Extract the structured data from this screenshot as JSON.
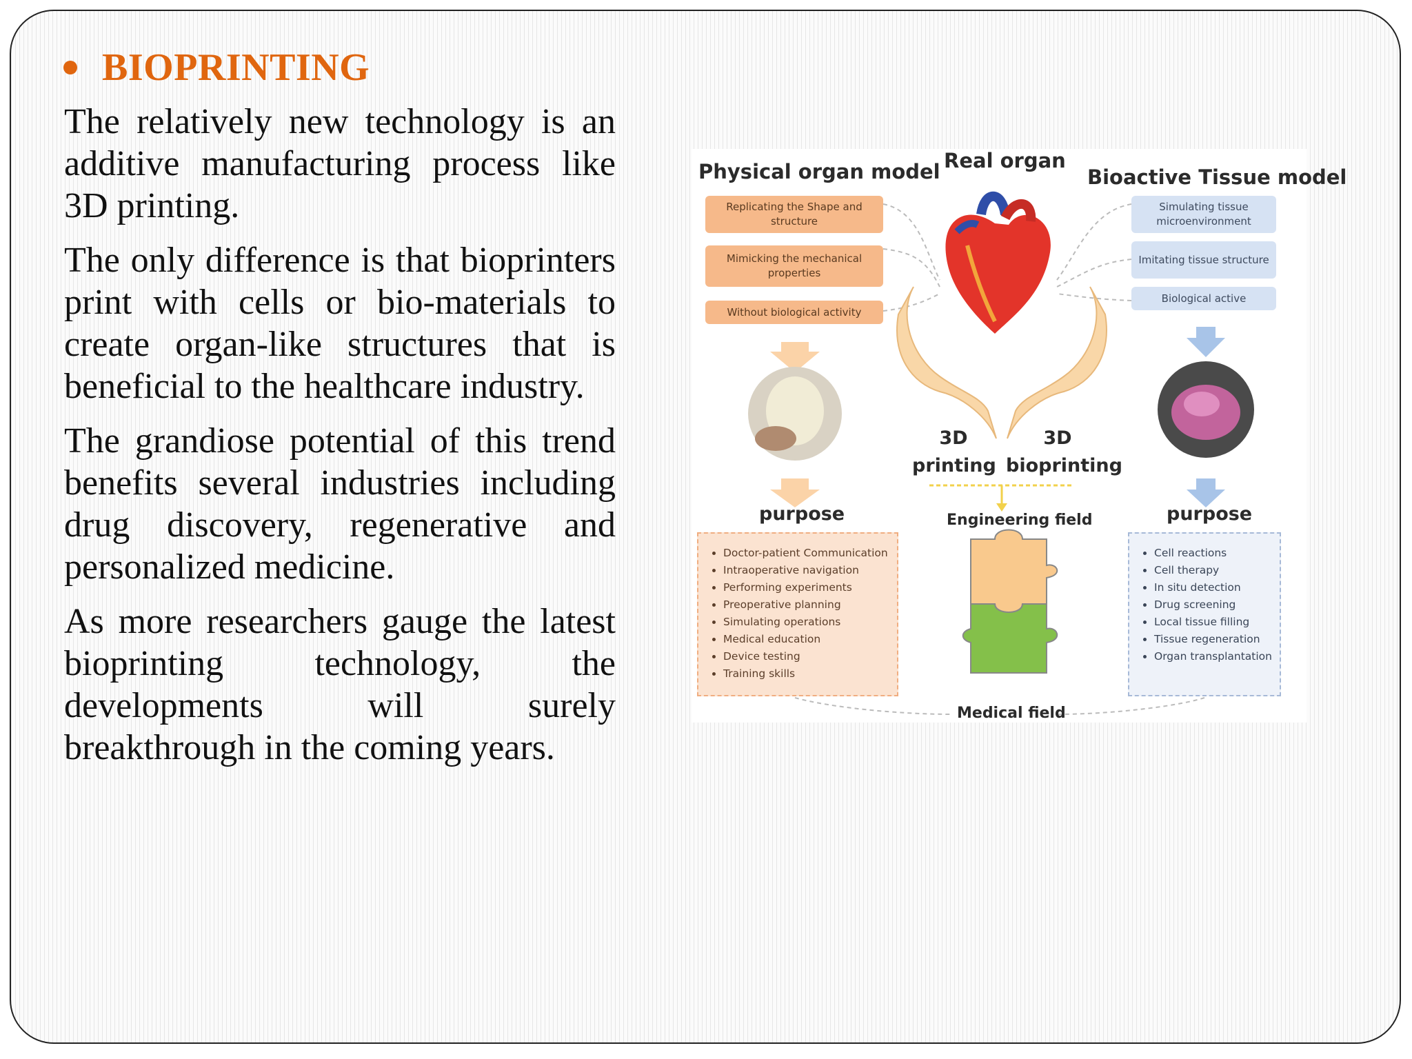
{
  "slide": {
    "title": "BIOPRINTING",
    "paragraphs": [
      "The relatively new technology is an additive manufacturing process like 3D printing.",
      "The only difference is that bioprinters print with cells or bio-materials to create organ-like structures that is beneficial to the healthcare industry.",
      "The grandiose potential of this trend benefits several industries including drug discovery, regenerative and personalized medicine.",
      "As more researchers gauge the latest bioprinting technology, the developments will surely breakthrough in the coming years."
    ]
  },
  "figure": {
    "left_title": "Physical organ model",
    "center_title": "Real organ",
    "right_title": "Bioactive Tissue model",
    "left_boxes": [
      "Replicating the Shape and structure",
      "Mimicking the mechanical properties",
      "Without biological activity"
    ],
    "right_boxes": [
      "Simulating tissue microenvironment",
      "Imitating tissue structure",
      "Biological active"
    ],
    "label_3d_printing": "3D printing",
    "label_3d_bioprinting": "3D bioprinting",
    "left_purpose": "purpose",
    "right_purpose": "purpose",
    "engineering_field": "Engineering field",
    "medical_field": "Medical field",
    "left_list": [
      "Doctor-patient Communication",
      "Intraoperative navigation",
      "Performing experiments",
      "Preoperative planning",
      "Simulating operations",
      "Medical education",
      "Device testing",
      "Training skills"
    ],
    "right_list": [
      "Cell reactions",
      "Cell therapy",
      "In situ detection",
      "Drug screening",
      "Local tissue filling",
      "Tissue regeneration",
      "Organ transplantation"
    ]
  }
}
